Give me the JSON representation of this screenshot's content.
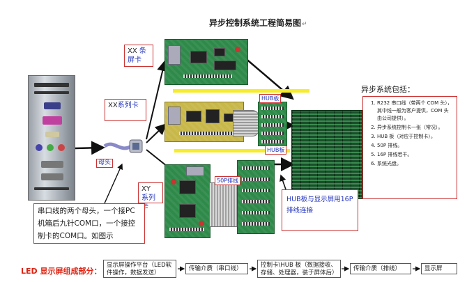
{
  "title": "异步控制系统工程简易图",
  "paragraph_mark": "↵",
  "labels": {
    "xx_bar_card": {
      "prefix": "XX ",
      "suffix": "条屏卡"
    },
    "xx_series_card": {
      "prefix": "XX",
      "suffix": "系列卡"
    },
    "xy_series_card": {
      "prefix": "XY ",
      "suffix": "系列卡"
    },
    "female_header": "母头",
    "hub_board_1": "HUB板",
    "hub_board_2": "HUB板",
    "ribbon_50p": "50P排线"
  },
  "serial_desc": "串口线的两个母头，一个接PC机箱后九针COM口，一个接控制卡的COM口。如图示",
  "hub_desc": "HUB板与显示屏用16P排线连接",
  "async_system": {
    "title": "异步系统包括：",
    "items": [
      "R232 串口线（带两个 COM 头），其中线一般为客户提供，COM 头由公司提供）。",
      "异步系统控制卡一张（常况）。",
      "HUB 板（对应于控制卡）。",
      "50P 排线。",
      "16P 排线若干。",
      "系统光盘。"
    ]
  },
  "flow": {
    "label": "LED 显示屏组成部分：",
    "steps": [
      "显示屏操作平台（LED软件操作，数据发送）",
      "传输介质（串口线）",
      "控制卡\\HUB 板（数据接收、存储、处理器，装于屏体后）",
      "传输介质（排线）",
      "显示屏"
    ]
  },
  "colors": {
    "label_blue": "#2233bb",
    "border_red": "#cc3333",
    "highlight_yellow": "#f6ec2c",
    "flow_red": "#dd2211"
  }
}
